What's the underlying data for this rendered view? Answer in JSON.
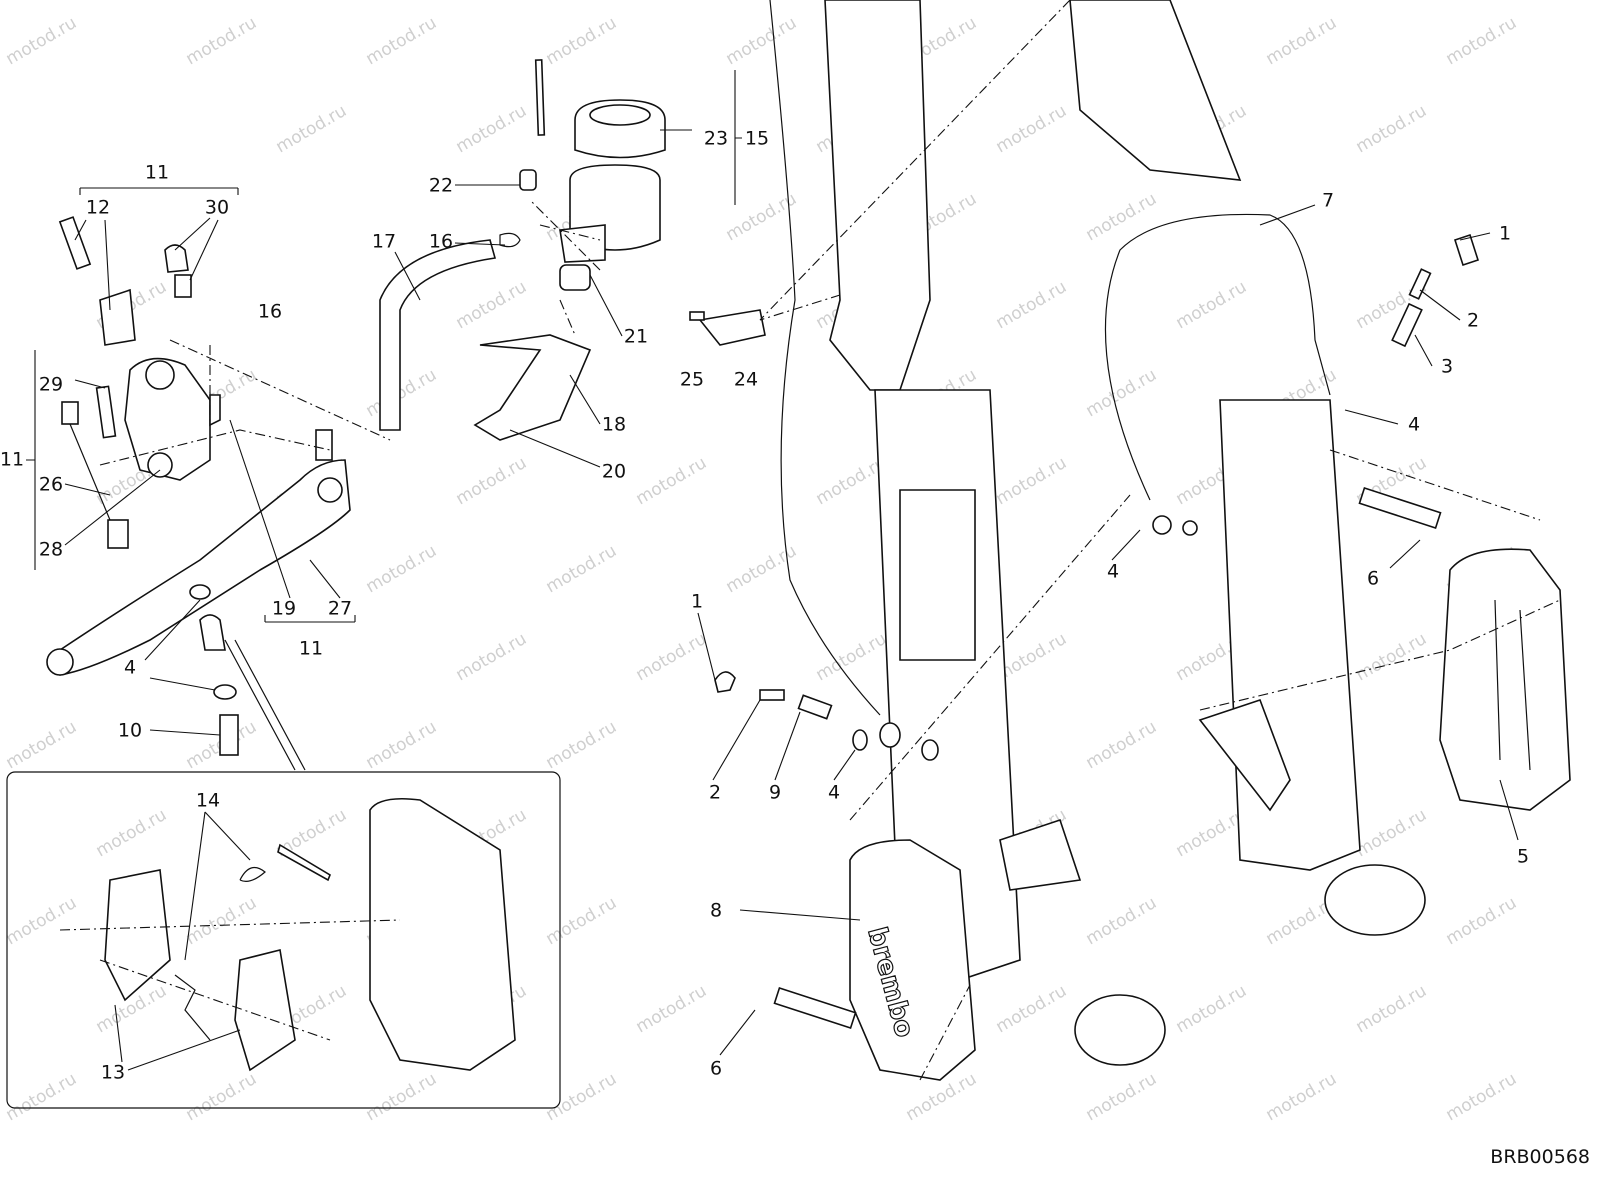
{
  "diagram": {
    "drawing_code": "BRB00568",
    "watermark": "motod.ru",
    "callouts": [
      "11",
      "12",
      "30",
      "16",
      "29",
      "11",
      "26",
      "28",
      "19",
      "27",
      "11",
      "4",
      "10",
      "17",
      "16",
      "22",
      "23",
      "15",
      "21",
      "18",
      "20",
      "25",
      "24",
      "7",
      "1",
      "2",
      "3",
      "4",
      "4",
      "6",
      "1",
      "2",
      "9",
      "4",
      "8",
      "6",
      "5",
      "14",
      "13"
    ],
    "caliper_brand": "brembo"
  }
}
